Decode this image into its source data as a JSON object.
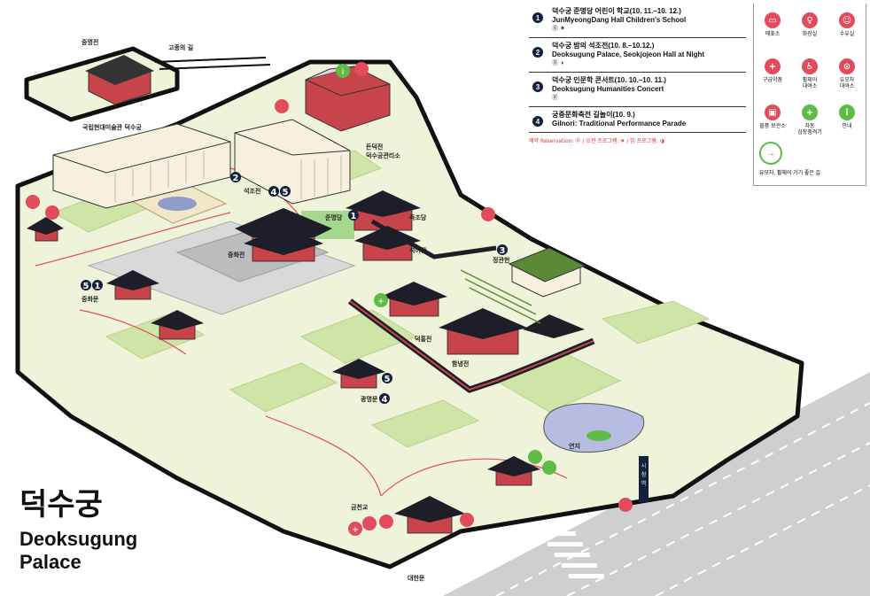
{
  "title": {
    "ko": "덕수궁",
    "en_line1": "Deoksugung",
    "en_line2": "Palace"
  },
  "events": [
    {
      "num": "1",
      "ko": "덕수궁 준명당 어린이 학교(10. 11.–10. 12.)",
      "en": "JunMyeongDang Hall Children's School",
      "icons": "Ⓡ ✷"
    },
    {
      "num": "2",
      "ko": "덕수궁 밤의 석조전(10. 8.–10.12.)",
      "en": "Deoksugung Palace, Seokjojeon Hall at Night",
      "icons": "Ⓡ ◑"
    },
    {
      "num": "3",
      "ko": "덕수궁 인문학 콘서트(10. 10.–10. 11.)",
      "en": "Deoksugung Humanities Concert",
      "icons": "Ⓡ"
    },
    {
      "num": "4",
      "ko": "궁중문화축전 길놀이(10. 9.)",
      "en": "Gilnori: Traditional Performance Parade",
      "icons": ""
    }
  ],
  "reservation_note": "예약 Reservation: Ⓡ / 오전 프로그램: ✷ / 밤 프로그램: ◑",
  "facilities": [
    {
      "label": "매표소",
      "icon": "ticket-icon",
      "glyph": "▭",
      "color": "#e24b5b"
    },
    {
      "label": "화장실",
      "icon": "restroom-icon",
      "glyph": "♀",
      "color": "#e24b5b"
    },
    {
      "label": "수유실",
      "icon": "nursing-room-icon",
      "glyph": "☺",
      "color": "#e24b5b"
    },
    {
      "label": "구급약품",
      "icon": "first-aid-icon",
      "glyph": "+",
      "color": "#e24b5b"
    },
    {
      "label": "휠체어\n대여소",
      "icon": "wheelchair-icon",
      "glyph": "♿",
      "color": "#e24b5b"
    },
    {
      "label": "유모차\n대여소",
      "icon": "stroller-icon",
      "glyph": "⊙",
      "color": "#e24b5b"
    },
    {
      "label": "물품 보관소",
      "icon": "locker-icon",
      "glyph": "▣",
      "color": "#e24b5b"
    },
    {
      "label": "자동\n심장충격기",
      "icon": "aed-icon",
      "glyph": "+",
      "color": "#5dbb46"
    },
    {
      "label": "안내",
      "icon": "info-icon",
      "glyph": "i",
      "color": "#5dbb46"
    }
  ],
  "accessible_route": "유모차, 휠체어 가기 좋은 길",
  "places": {
    "jungmyeongjeon": "중명전",
    "gojong_road": "고종의 길",
    "mmca": "국립현대미술관 덕수궁",
    "dondeokjeon": "돈덕전",
    "office": "덕수궁관리소",
    "seokjojeon": "석조전",
    "junmyeongdang": "준명당",
    "jeukjodang": "즉조당",
    "seogeodang": "석어당",
    "junghwajeon": "중화전",
    "junghwamun": "중화문",
    "jeonggwanheon": "정관헌",
    "deokhongjeon": "덕홍전",
    "hamnyeongjeon": "함녕전",
    "gwangmyeongmun": "광명문",
    "pond": "연지",
    "geumcheongyo": "금천교",
    "daehanmun": "대한문",
    "city_hall": "시청역"
  }
}
